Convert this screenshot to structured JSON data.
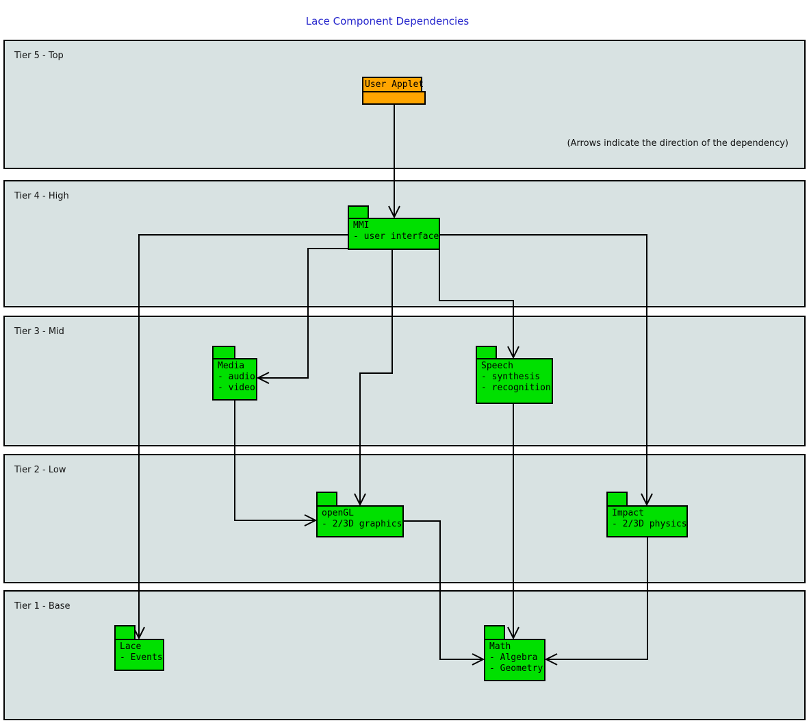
{
  "title": "Lace Component Dependencies",
  "annotation": "(Arrows indicate the direction of the dependency)",
  "colors": {
    "band_bg": "#d8e2e2",
    "component_green": "#00e000",
    "component_orange": "#ffa500",
    "title_blue": "#2626cc",
    "line": "#000000"
  },
  "tiers": [
    {
      "label": "Tier 5 - Top"
    },
    {
      "label": "Tier 4 - High"
    },
    {
      "label": "Tier 3 - Mid"
    },
    {
      "label": "Tier 2 - Low"
    },
    {
      "label": "Tier 1 - Base"
    }
  ],
  "components": {
    "user_applet": {
      "label": "User Applet",
      "lines": []
    },
    "mmi": {
      "label": "MMI",
      "lines": [
        "- user interface"
      ]
    },
    "media": {
      "label": "Media",
      "lines": [
        "- audio",
        "- video"
      ]
    },
    "speech": {
      "label": "Speech",
      "lines": [
        "- synthesis",
        "- recognition"
      ]
    },
    "opengl": {
      "label": "openGL",
      "lines": [
        "- 2/3D graphics"
      ]
    },
    "impact": {
      "label": "Impact",
      "lines": [
        "- 2/3D physics"
      ]
    },
    "lace": {
      "label": "Lace",
      "lines": [
        "- Events"
      ]
    },
    "math": {
      "label": "Math",
      "lines": [
        "- Algebra",
        "- Geometry"
      ]
    }
  },
  "edges": [
    {
      "from": "user_applet",
      "to": "mmi"
    },
    {
      "from": "mmi",
      "to": "lace"
    },
    {
      "from": "mmi",
      "to": "media"
    },
    {
      "from": "mmi",
      "to": "opengl"
    },
    {
      "from": "mmi",
      "to": "speech"
    },
    {
      "from": "mmi",
      "to": "impact"
    },
    {
      "from": "media",
      "to": "opengl"
    },
    {
      "from": "speech",
      "to": "math"
    },
    {
      "from": "opengl",
      "to": "math"
    },
    {
      "from": "impact",
      "to": "math"
    }
  ]
}
